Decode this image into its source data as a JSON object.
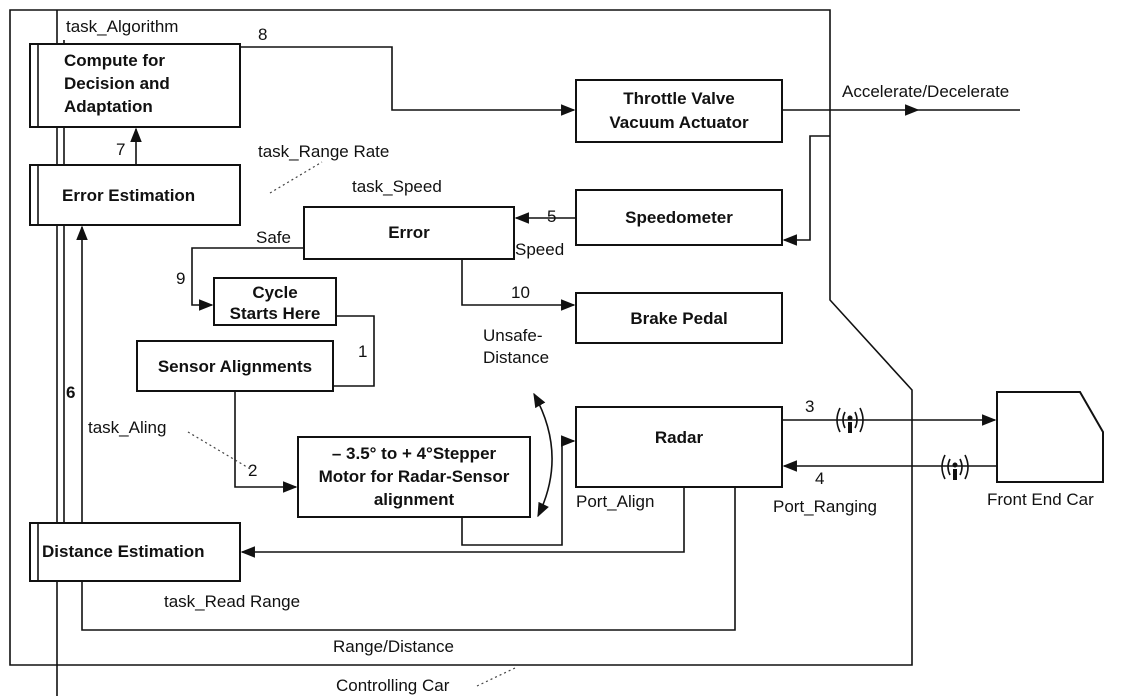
{
  "boundary_label": "Controlling Car",
  "target_label": "Front End Car",
  "boxes": {
    "compute": [
      "Compute for",
      "Decision and",
      "Adaptation"
    ],
    "throttle": [
      "Throttle Valve",
      "Vacuum Actuator"
    ],
    "error_estimation": "Error Estimation",
    "speedometer": "Speedometer",
    "error": "Error",
    "cycle": [
      "Cycle",
      "Starts Here"
    ],
    "brake": "Brake Pedal",
    "sensor": "Sensor Alignments",
    "stepper": [
      "– 3.5° to + 4°Stepper",
      "Motor for Radar-Sensor",
      "alignment"
    ],
    "radar": "Radar",
    "distance": "Distance Estimation"
  },
  "labels": {
    "task_algorithm": "task_Algorithm",
    "task_range_rate": "task_Range Rate",
    "task_speed": "task_Speed",
    "task_aling": "task_Aling",
    "task_read_range": "task_Read Range",
    "accelerate": "Accelerate/Decelerate",
    "safe": "Safe",
    "speed": "Speed",
    "unsafe": [
      "Unsafe-",
      "Distance"
    ],
    "port_align": "Port_Align",
    "port_ranging": "Port_Ranging",
    "range_distance": "Range/Distance"
  },
  "numbers": {
    "n1": "1",
    "n2": "2",
    "n3": "3",
    "n4": "4",
    "n5": "5",
    "n6": "6",
    "n7": "7",
    "n8": "8",
    "n9": "9",
    "n10": "10"
  }
}
